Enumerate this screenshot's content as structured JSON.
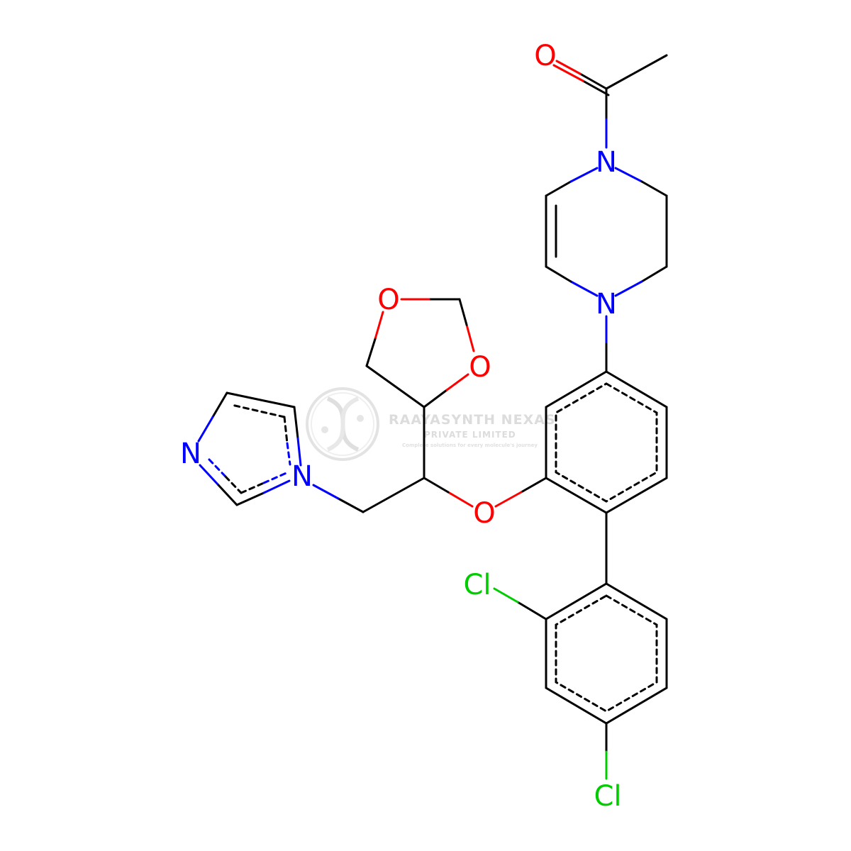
{
  "colors": {
    "bond": "#000000",
    "nitrogen": "#0000FF",
    "oxygen": "#FF0000",
    "chlorine": "#00CC00",
    "watermark": "#d9d9d9"
  },
  "atoms": {
    "o_carbonyl": "O",
    "n_top": "N",
    "n_bottom": "N",
    "o_dioxolane_1": "O",
    "o_dioxolane_2": "O",
    "n_imidazole_pyridine": "N",
    "n_imidazole_pyrrole": "N",
    "o_ether": "O",
    "cl_ortho": "Cl",
    "cl_para": "Cl"
  },
  "watermark": {
    "title": "RAAYASYNTH NEXAS",
    "subtitle": "PRIVATE LIMITED",
    "tagline": "Complete solutions for every molecule's journey",
    "logo_icon": "dna-helix-icon"
  }
}
